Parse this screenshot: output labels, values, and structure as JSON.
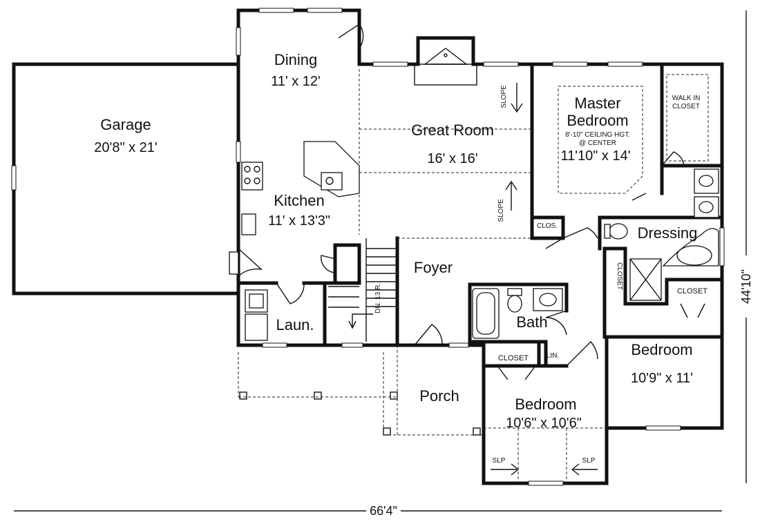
{
  "rooms": {
    "garage": {
      "name": "Garage",
      "dim": "20'8\" x 21'"
    },
    "dining": {
      "name": "Dining",
      "dim": "11' x 12'"
    },
    "great": {
      "name": "Great Room",
      "dim": "16' x 16'"
    },
    "master": {
      "name1": "Master",
      "name2": "Bedroom",
      "note1": "8'-10\" CEILING HGT.",
      "note2": "@ CENTER",
      "dim": "11'10\" x 14'"
    },
    "walkin": {
      "line1": "WALK IN",
      "line2": "CLOSET"
    },
    "kitchen": {
      "name": "Kitchen",
      "dim": "11' x 13'3\""
    },
    "dressing": {
      "name": "Dressing"
    },
    "foyer": {
      "name": "Foyer"
    },
    "laundry": {
      "name": "Laun."
    },
    "bath": {
      "name": "Bath"
    },
    "bedroom2": {
      "name": "Bedroom",
      "dim": "10'9\" x 11'"
    },
    "porch": {
      "name": "Porch"
    },
    "bedroom3": {
      "name": "Bedroom",
      "dim": "10'6\" x 10'6\""
    }
  },
  "labels": {
    "clos": "CLOS.",
    "closet_vertical": "CLOSET",
    "closet_right": "CLOSET",
    "closet_bed3": "CLOSET",
    "lin": "LIN.",
    "stair": "DN. 13 R.",
    "slope_top": "SLOPE",
    "slope_bottom": "SLOPE",
    "slp_left": "SLP",
    "slp_right": "SLP"
  },
  "dimensions": {
    "width": "66'4\"",
    "depth": "44'10\""
  }
}
